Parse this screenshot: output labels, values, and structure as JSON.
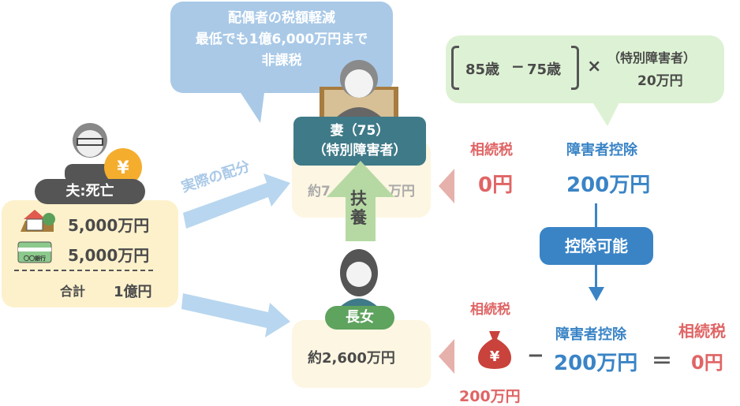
{
  "spouse_bubble": {
    "line1": "配偶者の税額軽減",
    "line2": "最低でも1億6,000万円まで",
    "line3": "非課税"
  },
  "formula": {
    "age_a": "85歳",
    "minus": "−",
    "age_b": "75歳",
    "times": "×",
    "label": "（特別障害者）",
    "amount": "20万円"
  },
  "husband": {
    "badge": "夫:死亡",
    "real_estate": "5,000万円",
    "bank": "5,000万円",
    "bank_label": "〇〇銀行",
    "total_label": "合計",
    "total": "1億円",
    "yen": "¥"
  },
  "arrow_label": "実際の配分",
  "wife": {
    "title": "妻（75）",
    "subtitle": "（特別障害者）",
    "amount_prefix": "約7",
    "amount_suffix": "万円",
    "support": "扶養"
  },
  "daughter": {
    "badge": "長女",
    "amount": "約2,600万円"
  },
  "wife_tax": {
    "label": "相続税",
    "value": "0円"
  },
  "wife_deduction": {
    "label": "障害者控除",
    "value": "200万円"
  },
  "deductible": "控除可能",
  "daughter_tax": {
    "label": "相続税",
    "yen": "¥",
    "amount": "200万円",
    "minus": "−",
    "deduction_label": "障害者控除",
    "deduction": "200万円",
    "equals": "＝",
    "result_label": "相続税",
    "result": "0円"
  }
}
